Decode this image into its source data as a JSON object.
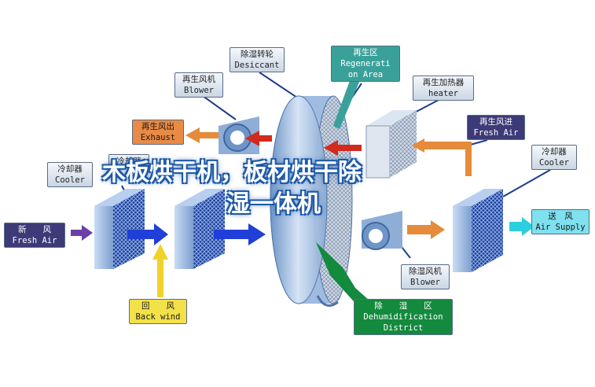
{
  "labels": {
    "desiccant": {
      "cn": "除湿转轮",
      "en": "Desiccant"
    },
    "regeneration_area": {
      "cn": "再生区",
      "en1": "Regenerati",
      "en2": "on Area"
    },
    "regen_blower": {
      "cn": "再生风机",
      "en": "Blower"
    },
    "regen_heater": {
      "cn": "再生加热器",
      "en": "heater"
    },
    "regen_exhaust": {
      "cn": "再生风出",
      "en": "Exhaust"
    },
    "regen_fresh_air": {
      "cn": "再生风进",
      "en": "Fresh Air"
    },
    "cooler_left": {
      "cn": "冷却器",
      "en": "Cooler"
    },
    "cooler_mid": {
      "cn": "冷却器"
    },
    "cooler_right": {
      "cn": "冷却器",
      "en": "Cooler"
    },
    "fresh_air": {
      "cn": "新　　风",
      "en": "Fresh Air"
    },
    "air_supply": {
      "cn": "送　风",
      "en": "Air Supply"
    },
    "back_wind": {
      "cn": "回　　风",
      "en": "Back wind"
    },
    "dehum_blower": {
      "cn": "除湿风机",
      "en": "Blower"
    },
    "dehum_district": {
      "cn": "除　　湿　　区",
      "en1": "Dehumidification",
      "en2": "District"
    }
  },
  "overlay_title": {
    "line1": "木板烘干机，板材烘干除",
    "line2": "湿一体机"
  },
  "colors": {
    "label_bg": "#dbe3ee",
    "exhaust": "#e98a45",
    "back_wind": "#f3e14a",
    "fresh_air_label": "#3d3a78",
    "air_supply_label": "#7fe0ee",
    "dehum_district": "#138a3d",
    "arrow_red": "#d22a1c",
    "arrow_blue": "#1f3fd8",
    "arrow_orange": "#e58b3a",
    "arrow_purple": "#6b3ea8",
    "arrow_yellow": "#f2d22a",
    "arrow_cyan": "#2ccfe0",
    "unit_body": "#8eaed8"
  }
}
